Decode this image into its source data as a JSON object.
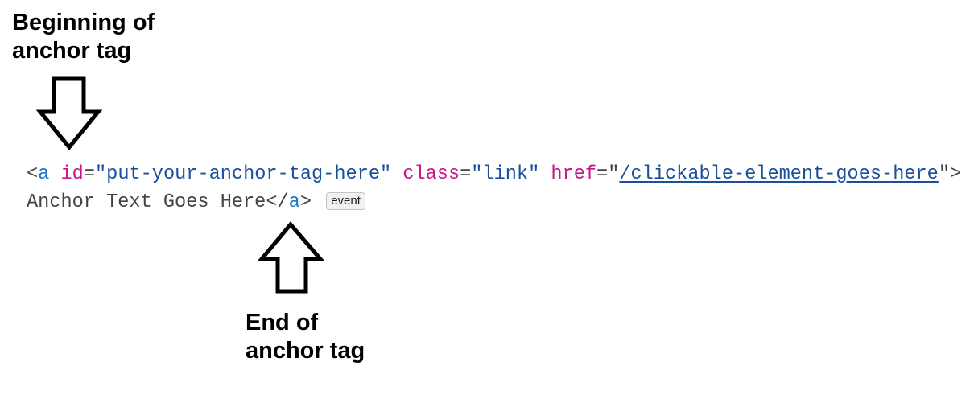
{
  "annotations": {
    "top_label_line1": "Beginning of",
    "top_label_line2": "anchor tag",
    "bottom_label_line1": "End of",
    "bottom_label_line2": "anchor tag",
    "top_arrow_icon": "down-arrow-icon",
    "bottom_arrow_icon": "up-arrow-icon"
  },
  "code": {
    "open_bracket": "<",
    "tag_name": "a",
    "attr_id_name": "id",
    "attr_id_value": "\"put-your-anchor-tag-here\"",
    "attr_class_name": "class",
    "attr_class_value": "\"link\"",
    "attr_href_name": "href",
    "attr_href_quote_open": "\"",
    "attr_href_value": "/clickable-element-goes-here",
    "attr_href_quote_close": "\"",
    "equals": "=",
    "close_bracket": ">",
    "anchor_text": "Anchor Text Goes Here",
    "closing_open": "</",
    "closing_tag_name": "a",
    "closing_close": ">",
    "event_badge": "event"
  },
  "colors": {
    "punctuation": "#444444",
    "tag_name": "#1a73c8",
    "attribute_name": "#c8168c",
    "attribute_value": "#1a4f9c",
    "badge_background": "#f1f1f1",
    "badge_border": "#c4c4c4"
  }
}
